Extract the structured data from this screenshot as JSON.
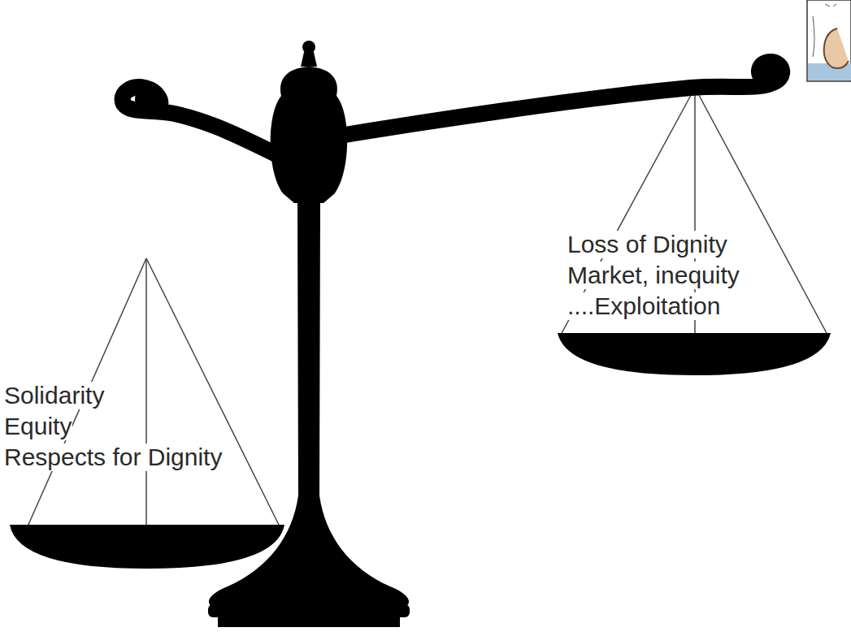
{
  "diagram": {
    "labels": [
      "Solidarity",
      "Equity",
      "Respects for Dignity",
      "Loss of Dignity",
      "Market, inequity",
      "....Exploitation"
    ]
  }
}
